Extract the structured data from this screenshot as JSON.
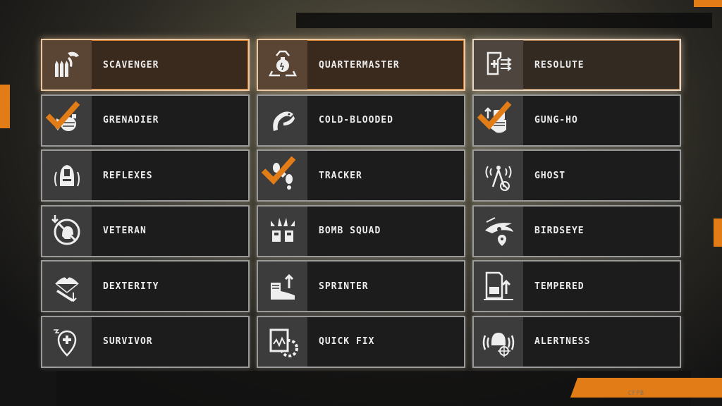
{
  "accent_color": "#e27c16",
  "background_code": "CFPB",
  "columns": [
    {
      "perks": [
        {
          "name": "SCAVENGER",
          "icon": "vulture-ammo-icon",
          "selected": true,
          "checked": false
        },
        {
          "name": "GRENADIER",
          "icon": "grenade-icon",
          "selected": false,
          "checked": true
        },
        {
          "name": "REFLEXES",
          "icon": "helmet-reflex-icon",
          "selected": false,
          "checked": false
        },
        {
          "name": "VETERAN",
          "icon": "spartan-helmet-icon",
          "selected": false,
          "checked": false
        },
        {
          "name": "DEXTERITY",
          "icon": "parachute-rifle-icon",
          "selected": false,
          "checked": false
        },
        {
          "name": "SURVIVOR",
          "icon": "medic-pin-icon",
          "selected": false,
          "checked": false
        }
      ]
    },
    {
      "perks": [
        {
          "name": "QUARTERMASTER",
          "icon": "recycle-grenade-icon",
          "selected": true,
          "checked": false
        },
        {
          "name": "COLD-BLOODED",
          "icon": "snake-icon",
          "selected": false,
          "checked": false
        },
        {
          "name": "TRACKER",
          "icon": "footprints-icon",
          "selected": false,
          "checked": true
        },
        {
          "name": "BOMB SQUAD",
          "icon": "bomb-squad-icon",
          "selected": false,
          "checked": false
        },
        {
          "name": "SPRINTER",
          "icon": "boot-arrow-icon",
          "selected": false,
          "checked": false
        },
        {
          "name": "QUICK FIX",
          "icon": "armor-gear-icon",
          "selected": false,
          "checked": false
        }
      ]
    },
    {
      "perks": [
        {
          "name": "RESOLUTE",
          "icon": "armor-plus-icon",
          "selected": true,
          "checked": false
        },
        {
          "name": "GUNG-HO",
          "icon": "fist-grenade-icon",
          "selected": false,
          "checked": true
        },
        {
          "name": "GHOST",
          "icon": "signal-blocked-icon",
          "selected": false,
          "checked": false
        },
        {
          "name": "BIRDSEYE",
          "icon": "eagle-eye-icon",
          "selected": false,
          "checked": false
        },
        {
          "name": "TEMPERED",
          "icon": "armor-plate-arrow-icon",
          "selected": false,
          "checked": false
        },
        {
          "name": "ALERTNESS",
          "icon": "helmet-target-icon",
          "selected": false,
          "checked": false
        }
      ]
    }
  ]
}
